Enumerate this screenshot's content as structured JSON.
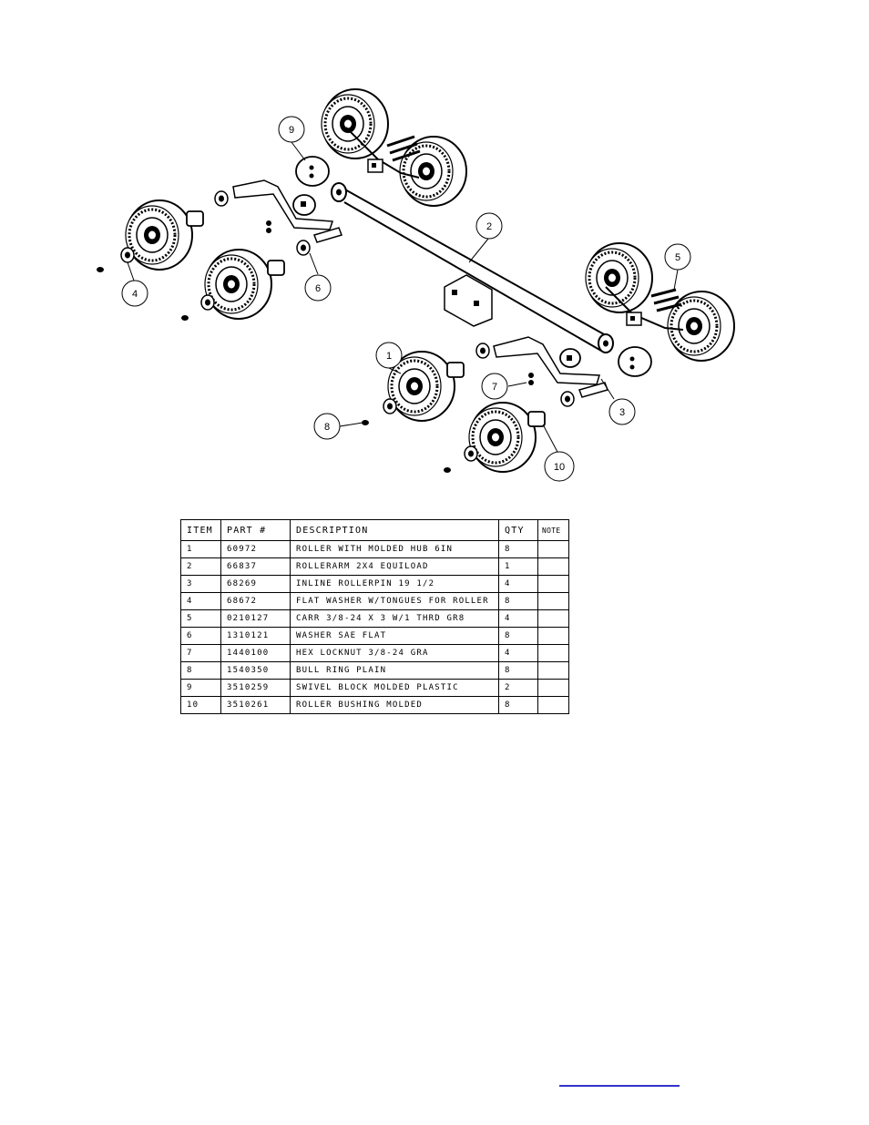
{
  "callouts": [
    "1",
    "2",
    "3",
    "4",
    "5",
    "6",
    "7",
    "8",
    "9",
    "10"
  ],
  "table": {
    "headers": [
      "ITEM",
      "PART #",
      "DESCRIPTION",
      "QTY",
      "NOTE"
    ],
    "rows": [
      [
        "1",
        "60972",
        "ROLLER WITH MOLDED HUB  6IN",
        "8",
        ""
      ],
      [
        "2",
        "66837",
        "ROLLERARM  2X4 EQUILOAD",
        "1",
        ""
      ],
      [
        "3",
        "68269",
        "INLINE ROLLERPIN 19 1/2",
        "4",
        ""
      ],
      [
        "4",
        "68672",
        "FLAT WASHER W/TONGUES FOR ROLLER",
        "8",
        ""
      ],
      [
        "5",
        "0210127",
        "CARR 3/8-24 X 3 W/1 THRD GR8",
        "4",
        ""
      ],
      [
        "6",
        "1310121",
        "WASHER SAE FLAT",
        "8",
        ""
      ],
      [
        "7",
        "1440100",
        "HEX LOCKNUT 3/8-24 GRA",
        "4",
        ""
      ],
      [
        "8",
        "1540350",
        "BULL RING PLAIN",
        "8",
        ""
      ],
      [
        "9",
        "3510259",
        "SWIVEL BLOCK MOLDED PLASTIC",
        "2",
        ""
      ],
      [
        "10",
        "3510261",
        "ROLLER BUSHING MOLDED",
        "8",
        ""
      ]
    ]
  },
  "colors": {
    "link": "#3333cc",
    "line": "#000000",
    "background": "#ffffff"
  }
}
